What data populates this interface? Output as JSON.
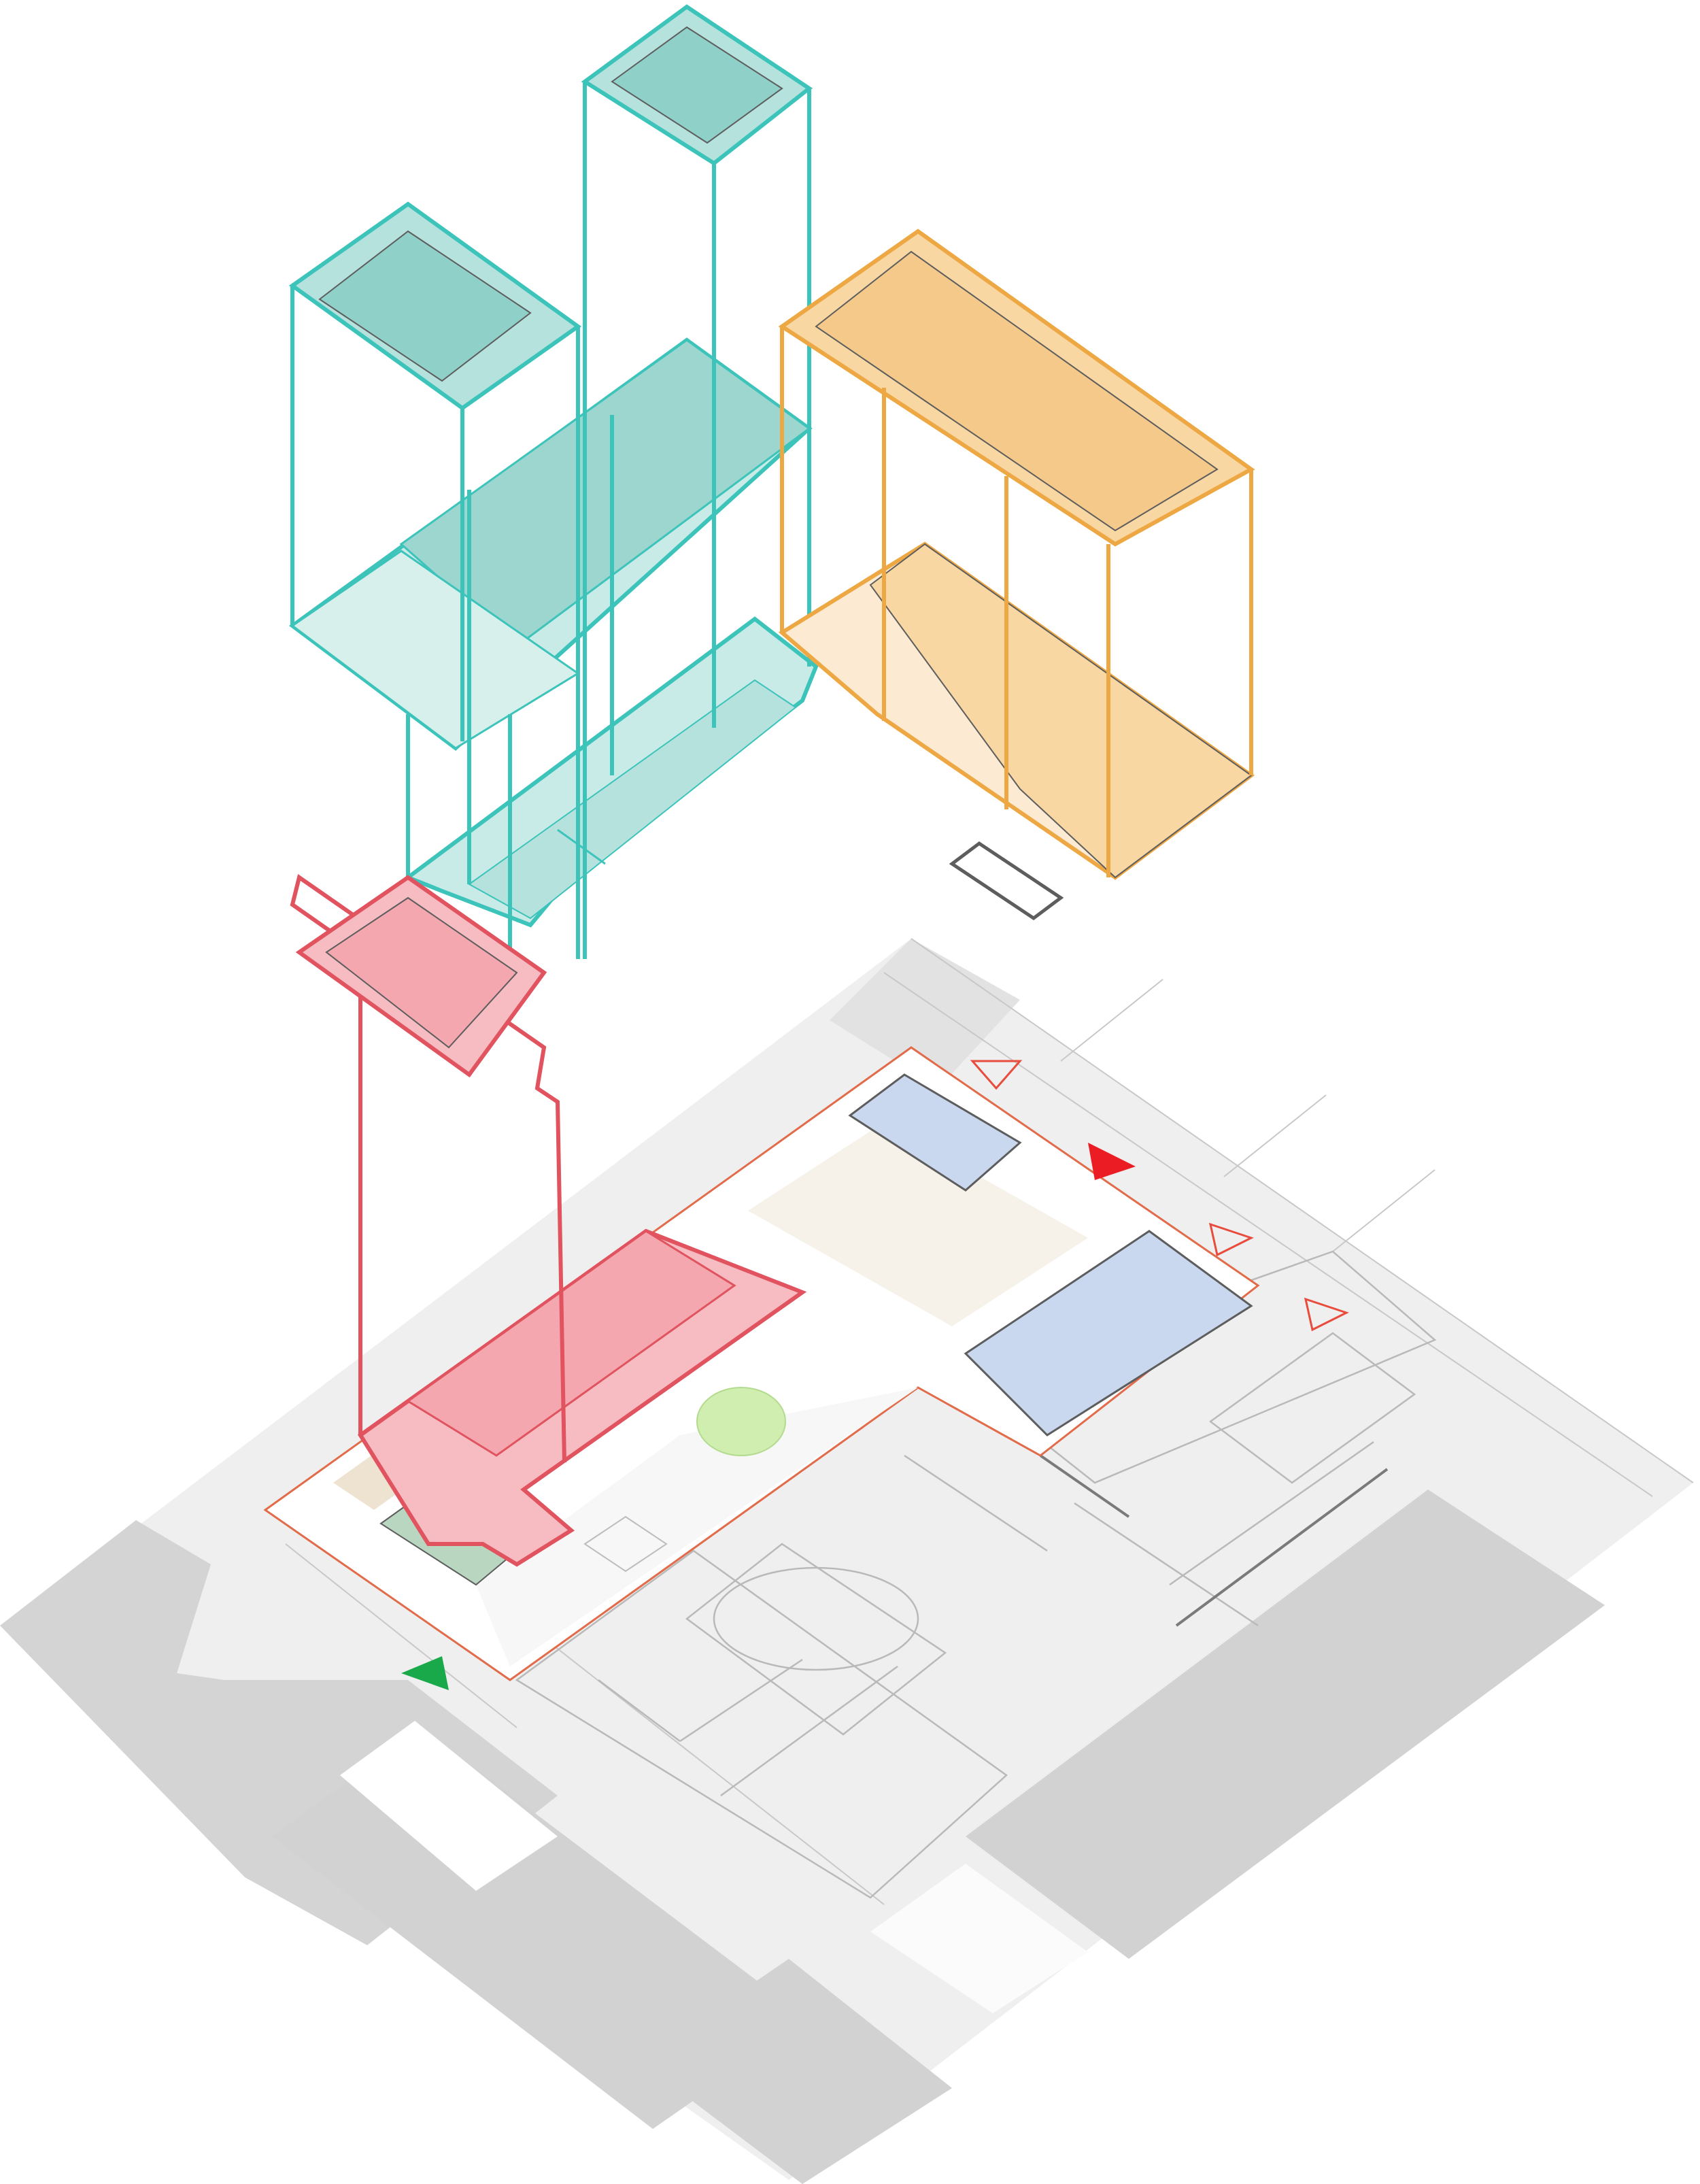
{
  "diagram": {
    "kind": "exploded-axonometric-floor-plan",
    "colors": {
      "teal_line": "#3cc4bb",
      "teal_fill": "#b6e2dd",
      "teal_fill_dark": "#7fcbc3",
      "orange_line": "#eda743",
      "orange_fill": "#f8d7a3",
      "orange_fill_light": "#fcebd2",
      "red_line": "#e0535f",
      "red_fill": "#f4a7ae",
      "red_fill_light": "#f9d1d5",
      "blue_fill": "#c9d8ef",
      "green_fill": "#b9d7c0",
      "tree_fill": "#cfeeb0",
      "entrance_outline": "#e74c3c",
      "entrance_solid": "#ec1c24",
      "entrance_green": "#19a94b",
      "ground": "#f0f0f0",
      "ground_dark": "#d3d3d3",
      "wall": "#5d5d5d"
    },
    "volumes": [
      {
        "name": "teal-tower-top",
        "color": "teal"
      },
      {
        "name": "teal-block-left",
        "color": "teal"
      },
      {
        "name": "teal-block-middle",
        "color": "teal"
      },
      {
        "name": "teal-block-lower",
        "color": "teal"
      },
      {
        "name": "orange-block-upper",
        "color": "orange"
      },
      {
        "name": "orange-block-lower",
        "color": "orange"
      },
      {
        "name": "red-block-upper",
        "color": "red"
      },
      {
        "name": "red-block-ground",
        "color": "red"
      }
    ],
    "markers": [
      {
        "name": "entrance-marker-outline",
        "style": "outline"
      },
      {
        "name": "entrance-marker-solid",
        "style": "solid"
      },
      {
        "name": "entrance-marker-green",
        "style": "solid-green"
      }
    ]
  }
}
